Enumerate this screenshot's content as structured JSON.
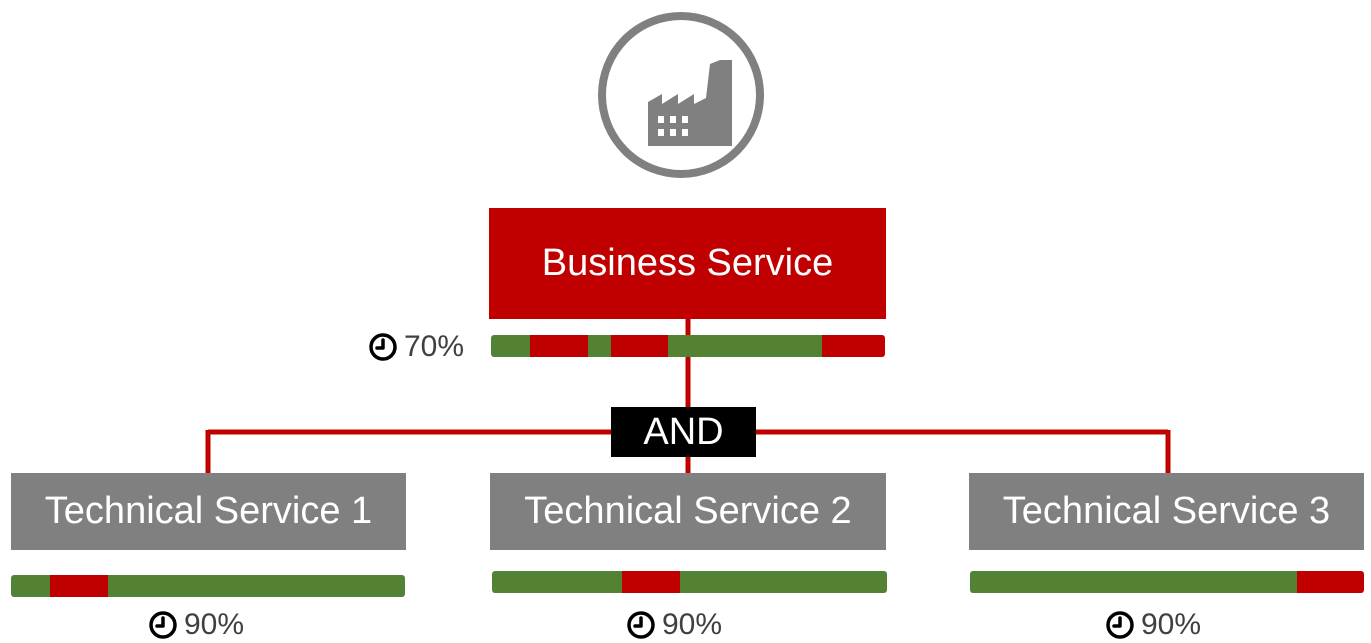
{
  "colors": {
    "business": "#c00000",
    "technical": "#808080",
    "ok": "#548235",
    "down": "#c00000",
    "connector": "#c00000",
    "operator": "#000000"
  },
  "business_service": {
    "icon": "factory-icon",
    "label": "Business Service",
    "availability": "70%",
    "timeline": [
      {
        "state": "ok",
        "fraction": 0.1
      },
      {
        "state": "down",
        "fraction": 0.145
      },
      {
        "state": "ok",
        "fraction": 0.06
      },
      {
        "state": "down",
        "fraction": 0.145
      },
      {
        "state": "ok",
        "fraction": 0.39
      },
      {
        "state": "down",
        "fraction": 0.16
      }
    ]
  },
  "operator": {
    "label": "AND"
  },
  "technical_services": [
    {
      "label": "Technical Service 1",
      "availability": "90%",
      "timeline": [
        {
          "state": "ok",
          "fraction": 0.1
        },
        {
          "state": "down",
          "fraction": 0.145
        },
        {
          "state": "ok",
          "fraction": 0.755
        }
      ]
    },
    {
      "label": "Technical Service 2",
      "availability": "90%",
      "timeline": [
        {
          "state": "ok",
          "fraction": 0.33
        },
        {
          "state": "down",
          "fraction": 0.145
        },
        {
          "state": "ok",
          "fraction": 0.525
        }
      ]
    },
    {
      "label": "Technical Service 3",
      "availability": "90%",
      "timeline": [
        {
          "state": "ok",
          "fraction": 0.83
        },
        {
          "state": "down",
          "fraction": 0.17
        }
      ]
    }
  ]
}
